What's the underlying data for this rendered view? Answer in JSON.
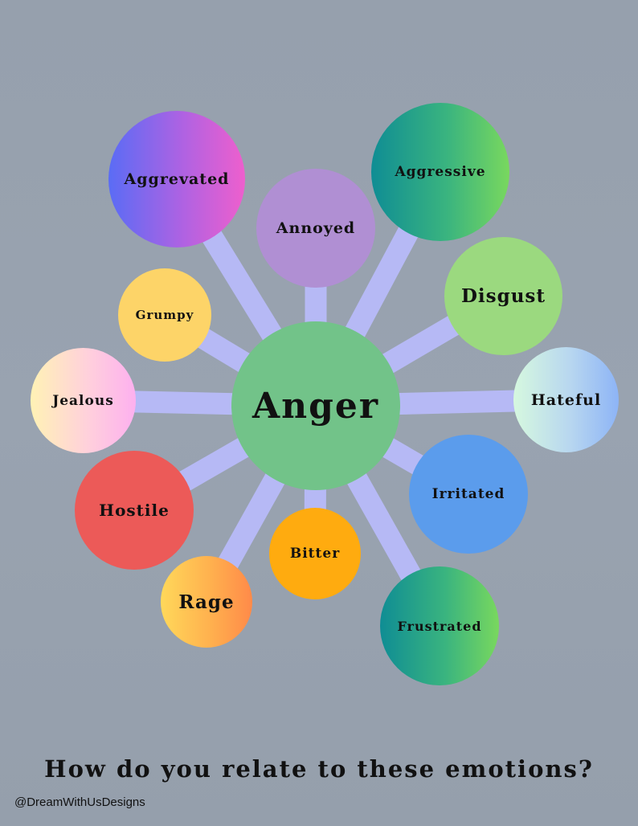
{
  "center": {
    "label": "Anger",
    "color": "#72c389"
  },
  "emotions": [
    {
      "key": "aggrevated",
      "label": "Aggrevated",
      "fill": "linear-gradient(90deg, #5a6cf5 0%, #b062e2 55%, #ee5fcd 100%)"
    },
    {
      "key": "annoyed",
      "label": "Annoyed",
      "fill": "#b08fd3"
    },
    {
      "key": "aggressive",
      "label": "Aggressive",
      "fill": "linear-gradient(90deg, #0f8d94 0%, #3ab47f 55%, #79d85e 100%)"
    },
    {
      "key": "disgust",
      "label": "Disgust",
      "fill": "#9bd97f"
    },
    {
      "key": "hateful",
      "label": "Hateful",
      "fill": "linear-gradient(90deg, #d6f8df 0%, #b7d6f0 55%, #8db4f6 100%)"
    },
    {
      "key": "irritated",
      "label": "Irritated",
      "fill": "#5b9cec"
    },
    {
      "key": "frustrated",
      "label": "Frustrated",
      "fill": "linear-gradient(90deg, #0f8d94 0%, #3ab47f 55%, #79d85e 100%)"
    },
    {
      "key": "bitter",
      "label": "Bitter",
      "fill": "#ffab0f"
    },
    {
      "key": "rage",
      "label": "Rage",
      "fill": "linear-gradient(90deg, #ffd85a 0%, #ffb04e 55%, #ff8a49 100%)"
    },
    {
      "key": "hostile",
      "label": "Hostile",
      "fill": "#ec5a58"
    },
    {
      "key": "jealous",
      "label": "Jealous",
      "fill": "linear-gradient(90deg, #fff2b5 0%, #ffd0dc 55%, #fdb0ef 100%)"
    },
    {
      "key": "grumpy",
      "label": "Grumpy",
      "fill": "#fdd468"
    }
  ],
  "spoke_color": "#b6b9f5",
  "question": "How do you relate to these emotions?",
  "credit": "@DreamWithUsDesigns"
}
